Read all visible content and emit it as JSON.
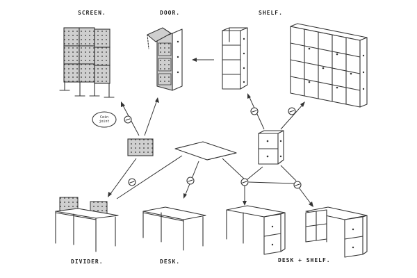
{
  "labels": {
    "screen": "SCREEN.",
    "door": "DOOR.",
    "shelf": "SHELF.",
    "divider": "DIVIDER.",
    "desk": "DESK.",
    "desk_shelf": "DESK + SHELF."
  },
  "callout": "Cein\njoint"
}
